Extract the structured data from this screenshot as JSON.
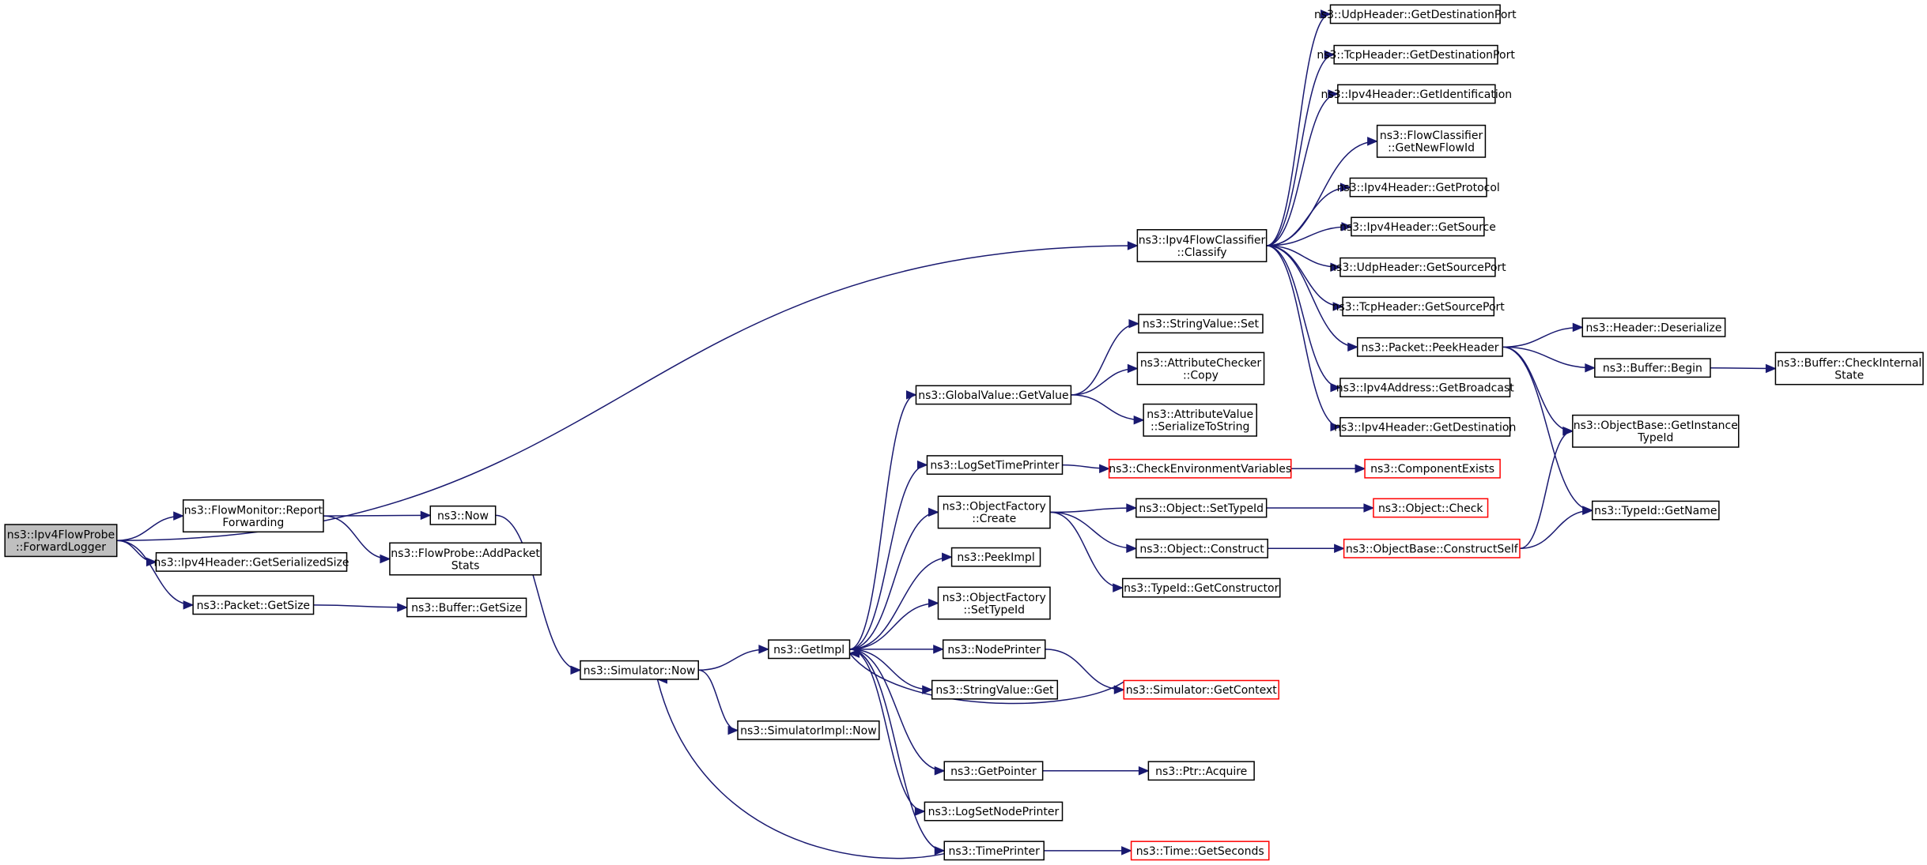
{
  "graph": {
    "colors": {
      "edge": "#191970",
      "node_border": "#000000",
      "truncated_border": "#ff0000",
      "root_fill": "#bfbfbf"
    },
    "nodes": [
      {
        "id": "root",
        "lines": [
          "ns3::Ipv4FlowProbe",
          "::ForwardLogger"
        ],
        "style": "root"
      },
      {
        "id": "fm_report",
        "lines": [
          "ns3::FlowMonitor::Report",
          "Forwarding"
        ]
      },
      {
        "id": "ipv4h_gss",
        "lines": [
          "ns3::Ipv4Header::GetSerializedSize"
        ]
      },
      {
        "id": "pkt_getsize",
        "lines": [
          "ns3::Packet::GetSize"
        ]
      },
      {
        "id": "now",
        "lines": [
          "ns3::Now"
        ]
      },
      {
        "id": "fp_add",
        "lines": [
          "ns3::FlowProbe::AddPacket",
          "Stats"
        ]
      },
      {
        "id": "buf_getsize",
        "lines": [
          "ns3::Buffer::GetSize"
        ]
      },
      {
        "id": "sim_now",
        "lines": [
          "ns3::Simulator::Now"
        ]
      },
      {
        "id": "getimpl",
        "lines": [
          "ns3::GetImpl"
        ]
      },
      {
        "id": "simimpl_now",
        "lines": [
          "ns3::SimulatorImpl::Now"
        ]
      },
      {
        "id": "classify",
        "lines": [
          "ns3::Ipv4FlowClassifier",
          "::Classify"
        ]
      },
      {
        "id": "gv_getvalue",
        "lines": [
          "ns3::GlobalValue::GetValue"
        ]
      },
      {
        "id": "logsettp",
        "lines": [
          "ns3::LogSetTimePrinter"
        ]
      },
      {
        "id": "of_create",
        "lines": [
          "ns3::ObjectFactory",
          "::Create"
        ]
      },
      {
        "id": "peekimpl",
        "lines": [
          "ns3::PeekImpl"
        ]
      },
      {
        "id": "of_settypeid",
        "lines": [
          "ns3::ObjectFactory",
          "::SetTypeId"
        ]
      },
      {
        "id": "nodeprinter",
        "lines": [
          "ns3::NodePrinter"
        ]
      },
      {
        "id": "sv_get",
        "lines": [
          "ns3::StringValue::Get"
        ]
      },
      {
        "id": "getpointer",
        "lines": [
          "ns3::GetPointer"
        ]
      },
      {
        "id": "logsetnp",
        "lines": [
          "ns3::LogSetNodePrinter"
        ]
      },
      {
        "id": "timeprinter",
        "lines": [
          "ns3::TimePrinter"
        ]
      },
      {
        "id": "sv_set",
        "lines": [
          "ns3::StringValue::Set"
        ]
      },
      {
        "id": "ac_copy",
        "lines": [
          "ns3::AttributeChecker",
          "::Copy"
        ]
      },
      {
        "id": "av_sts",
        "lines": [
          "ns3::AttributeValue",
          "::SerializeToString"
        ]
      },
      {
        "id": "checkenv",
        "lines": [
          "ns3::CheckEnvironmentVariables"
        ],
        "style": "trunc"
      },
      {
        "id": "obj_settypeid",
        "lines": [
          "ns3::Object::SetTypeId"
        ]
      },
      {
        "id": "obj_construct",
        "lines": [
          "ns3::Object::Construct"
        ]
      },
      {
        "id": "tid_getctor",
        "lines": [
          "ns3::TypeId::GetConstructor"
        ]
      },
      {
        "id": "sim_getctx",
        "lines": [
          "ns3::Simulator::GetContext"
        ],
        "style": "trunc"
      },
      {
        "id": "ptr_acquire",
        "lines": [
          "ns3::Ptr::Acquire"
        ]
      },
      {
        "id": "time_getsec",
        "lines": [
          "ns3::Time::GetSeconds"
        ],
        "style": "trunc"
      },
      {
        "id": "compexists",
        "lines": [
          "ns3::ComponentExists"
        ],
        "style": "trunc"
      },
      {
        "id": "obj_check",
        "lines": [
          "ns3::Object::Check"
        ],
        "style": "trunc"
      },
      {
        "id": "ob_constructself",
        "lines": [
          "ns3::ObjectBase::ConstructSelf"
        ],
        "style": "trunc"
      },
      {
        "id": "udp_getdport",
        "lines": [
          "ns3::UdpHeader::GetDestinationPort"
        ]
      },
      {
        "id": "tcp_getdport",
        "lines": [
          "ns3::TcpHeader::GetDestinationPort"
        ]
      },
      {
        "id": "ipv4h_getid",
        "lines": [
          "ns3::Ipv4Header::GetIdentification"
        ]
      },
      {
        "id": "fc_getnewflowid",
        "lines": [
          "ns3::FlowClassifier",
          "::GetNewFlowId"
        ]
      },
      {
        "id": "ipv4h_getproto",
        "lines": [
          "ns3::Ipv4Header::GetProtocol"
        ]
      },
      {
        "id": "ipv4h_getsrc",
        "lines": [
          "ns3::Ipv4Header::GetSource"
        ]
      },
      {
        "id": "udp_getsport",
        "lines": [
          "ns3::UdpHeader::GetSourcePort"
        ]
      },
      {
        "id": "tcp_getsport",
        "lines": [
          "ns3::TcpHeader::GetSourcePort"
        ]
      },
      {
        "id": "pkt_peekheader",
        "lines": [
          "ns3::Packet::PeekHeader"
        ]
      },
      {
        "id": "ipv4a_getbcast",
        "lines": [
          "ns3::Ipv4Address::GetBroadcast"
        ]
      },
      {
        "id": "ipv4h_getdest",
        "lines": [
          "ns3::Ipv4Header::GetDestination"
        ]
      },
      {
        "id": "hdr_deser",
        "lines": [
          "ns3::Header::Deserialize"
        ]
      },
      {
        "id": "buf_begin",
        "lines": [
          "ns3::Buffer::Begin"
        ]
      },
      {
        "id": "ob_getinsttid",
        "lines": [
          "ns3::ObjectBase::GetInstance",
          "TypeId"
        ]
      },
      {
        "id": "tid_getname",
        "lines": [
          "ns3::TypeId::GetName"
        ]
      },
      {
        "id": "buf_checkint",
        "lines": [
          "ns3::Buffer::CheckInternal",
          "State"
        ]
      }
    ],
    "edges": [
      [
        "root",
        "fm_report"
      ],
      [
        "root",
        "ipv4h_gss"
      ],
      [
        "root",
        "pkt_getsize"
      ],
      [
        "root",
        "classify"
      ],
      [
        "fm_report",
        "now"
      ],
      [
        "fm_report",
        "fp_add"
      ],
      [
        "pkt_getsize",
        "buf_getsize"
      ],
      [
        "now",
        "sim_now"
      ],
      [
        "sim_now",
        "getimpl"
      ],
      [
        "sim_now",
        "simimpl_now"
      ],
      [
        "getimpl",
        "gv_getvalue"
      ],
      [
        "getimpl",
        "logsettp"
      ],
      [
        "getimpl",
        "of_create"
      ],
      [
        "getimpl",
        "peekimpl"
      ],
      [
        "getimpl",
        "of_settypeid"
      ],
      [
        "getimpl",
        "nodeprinter"
      ],
      [
        "getimpl",
        "sv_get"
      ],
      [
        "getimpl",
        "getpointer"
      ],
      [
        "getimpl",
        "logsetnp"
      ],
      [
        "getimpl",
        "timeprinter"
      ],
      [
        "gv_getvalue",
        "sv_set"
      ],
      [
        "gv_getvalue",
        "ac_copy"
      ],
      [
        "gv_getvalue",
        "av_sts"
      ],
      [
        "logsettp",
        "checkenv"
      ],
      [
        "checkenv",
        "compexists"
      ],
      [
        "of_create",
        "obj_settypeid"
      ],
      [
        "of_create",
        "obj_construct"
      ],
      [
        "of_create",
        "tid_getctor"
      ],
      [
        "obj_settypeid",
        "obj_check"
      ],
      [
        "obj_construct",
        "ob_constructself"
      ],
      [
        "ob_constructself",
        "ob_getinsttid"
      ],
      [
        "ob_constructself",
        "tid_getname"
      ],
      [
        "nodeprinter",
        "sim_getctx"
      ],
      [
        "sim_getctx",
        "getimpl"
      ],
      [
        "getpointer",
        "ptr_acquire"
      ],
      [
        "timeprinter",
        "time_getsec"
      ],
      [
        "timeprinter",
        "sim_now"
      ],
      [
        "classify",
        "udp_getdport"
      ],
      [
        "classify",
        "tcp_getdport"
      ],
      [
        "classify",
        "ipv4h_getid"
      ],
      [
        "classify",
        "fc_getnewflowid"
      ],
      [
        "classify",
        "ipv4h_getproto"
      ],
      [
        "classify",
        "ipv4h_getsrc"
      ],
      [
        "classify",
        "udp_getsport"
      ],
      [
        "classify",
        "tcp_getsport"
      ],
      [
        "classify",
        "pkt_peekheader"
      ],
      [
        "classify",
        "ipv4a_getbcast"
      ],
      [
        "classify",
        "ipv4h_getdest"
      ],
      [
        "pkt_peekheader",
        "hdr_deser"
      ],
      [
        "pkt_peekheader",
        "buf_begin"
      ],
      [
        "pkt_peekheader",
        "ob_getinsttid"
      ],
      [
        "pkt_peekheader",
        "tid_getname"
      ],
      [
        "buf_begin",
        "buf_checkint"
      ]
    ]
  }
}
